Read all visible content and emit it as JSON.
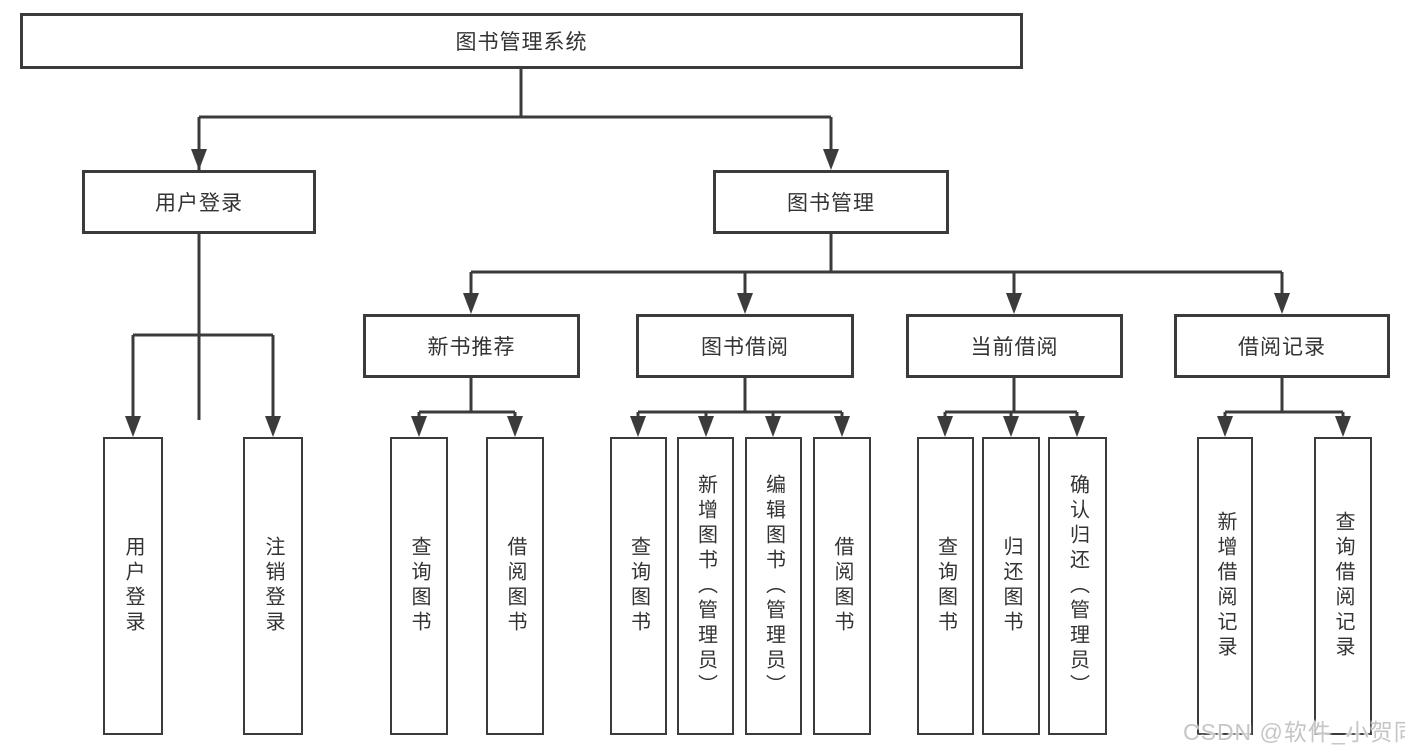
{
  "diagram": {
    "watermark": "CSDN @软件_小贺同学",
    "colors": {
      "line": "#3b3b3b",
      "text": "#333333",
      "box_background": "#ffffff",
      "watermark": "#c6c6c6"
    },
    "tree": {
      "label": "图书管理系统",
      "children": [
        {
          "label": "用户登录",
          "children": [
            {
              "label": "用户登录"
            },
            {
              "label": "注销登录"
            }
          ]
        },
        {
          "label": "图书管理",
          "children": [
            {
              "label": "新书推荐",
              "children": [
                {
                  "label": "查询图书"
                },
                {
                  "label": "借阅图书"
                }
              ]
            },
            {
              "label": "图书借阅",
              "children": [
                {
                  "label": "查询图书"
                },
                {
                  "label": "新增图书（管理员）"
                },
                {
                  "label": "编辑图书（管理员）"
                },
                {
                  "label": "借阅图书"
                }
              ]
            },
            {
              "label": "当前借阅",
              "children": [
                {
                  "label": "查询图书"
                },
                {
                  "label": "归还图书"
                },
                {
                  "label": "确认归还（管理员）"
                }
              ]
            },
            {
              "label": "借阅记录",
              "children": [
                {
                  "label": "新增借阅记录"
                },
                {
                  "label": "查询借阅记录"
                }
              ]
            }
          ]
        }
      ]
    }
  }
}
